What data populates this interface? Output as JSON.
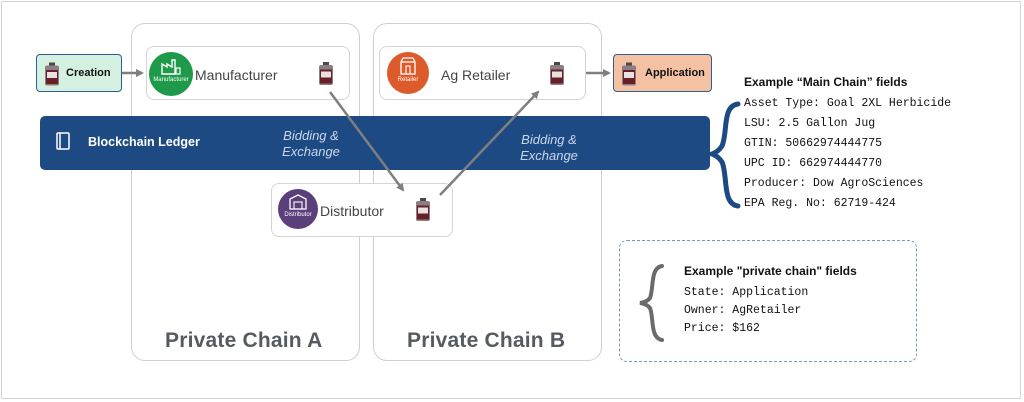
{
  "diagram": {
    "start_node": {
      "label": "Creation"
    },
    "end_node": {
      "label": "Application"
    },
    "manufacturer": {
      "label": "Manufacturer",
      "badge": "Manufacturer",
      "color": "#1f9a4a"
    },
    "retailer": {
      "label": "Ag Retailer",
      "badge": "Retailer",
      "color": "#dd5a2a"
    },
    "distributor": {
      "label": "Distributor",
      "badge": "Distributor",
      "color": "#5b3f7a"
    },
    "ledger": {
      "label": "Blockchain Ledger",
      "bidding_a_line1": "Bidding &",
      "bidding_a_line2": "Exchange",
      "bidding_b_line1": "Bidding &",
      "bidding_b_line2": "Exchange",
      "color": "#1e4a84"
    },
    "private_chain_a": {
      "title": "Private Chain A"
    },
    "private_chain_b": {
      "title": "Private Chain B"
    },
    "main_chain_fields": {
      "title": "Example “Main Chain” fields",
      "lines": [
        "Asset Type: Goal 2XL Herbicide",
        "LSU: 2.5 Gallon Jug",
        "GTIN: 50662974444775",
        "UPC ID: 662974444770",
        "Producer: Dow AgroSciences",
        "EPA Reg. No: 62719-424"
      ]
    },
    "private_chain_fields": {
      "title": "Example \"private chain\" fields",
      "lines": [
        "State: Application",
        "Owner: AgRetailer",
        "Price: $162"
      ]
    }
  }
}
